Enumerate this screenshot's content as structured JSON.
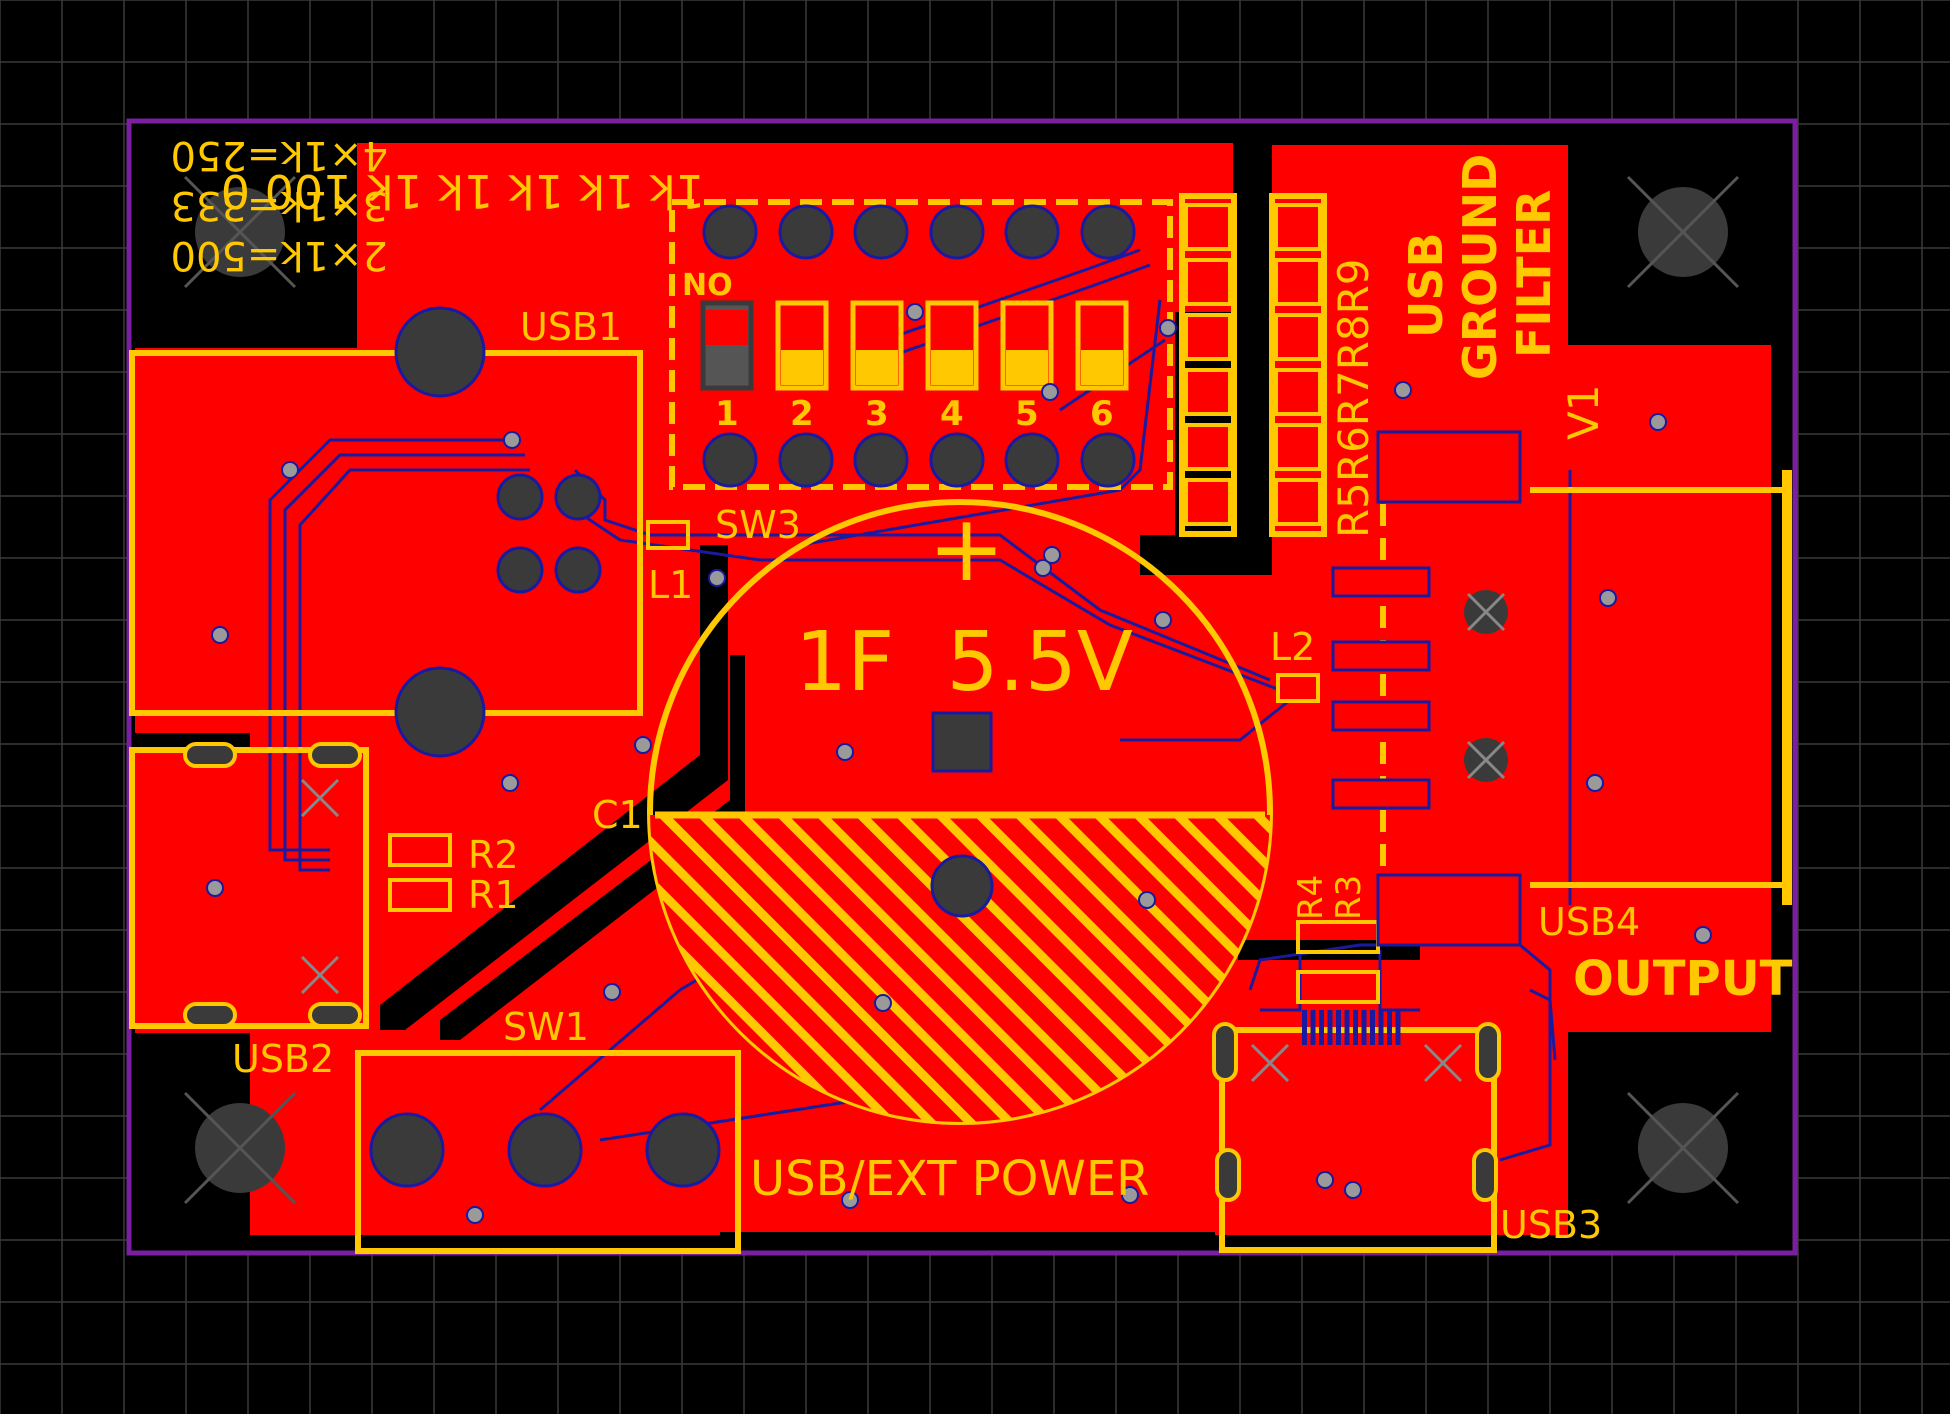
{
  "colors": {
    "background": "#000000",
    "grid": "#3a3a3a",
    "outline": "#7a1fa0",
    "copper": "#ff0000",
    "trace": "#1a1aa0",
    "silkscreen": "#ffc800",
    "pad": "#3a3a3a",
    "via": "#9a9a9a",
    "switch_body": "#555555"
  },
  "resistor_values": {
    "ratios": [
      "4×1k=250",
      "3×1k=333",
      "2×1k=500"
    ],
    "values_row": "1k 1k 1k 1k 1k 100 0"
  },
  "designators": {
    "usb1": "USB1",
    "usb2": "USB2",
    "usb3": "USB3",
    "usb4": "USB4",
    "sw1": "SW1",
    "sw3": "SW3",
    "l1": "L1",
    "l2": "L2",
    "c1": "C1",
    "v1": "V1",
    "r1": "R1",
    "r2": "R2",
    "r3": "R3",
    "r4": "R4",
    "r_array": "R5R6R7R8R9"
  },
  "dip_switch": {
    "on_label": "NO",
    "positions": [
      "1",
      "2",
      "3",
      "4",
      "5",
      "6"
    ]
  },
  "capacitor": {
    "value": "1F  5.5V",
    "polarity": "+"
  },
  "labels": {
    "filter_lines": [
      "USB",
      "GROUND",
      "FILTER"
    ],
    "power_select": "USB/EXT POWER",
    "output": "OUTPUT"
  },
  "icons": {
    "mounting_hole": "mounting-hole-icon",
    "via": "via-icon",
    "pad": "pad-icon"
  }
}
